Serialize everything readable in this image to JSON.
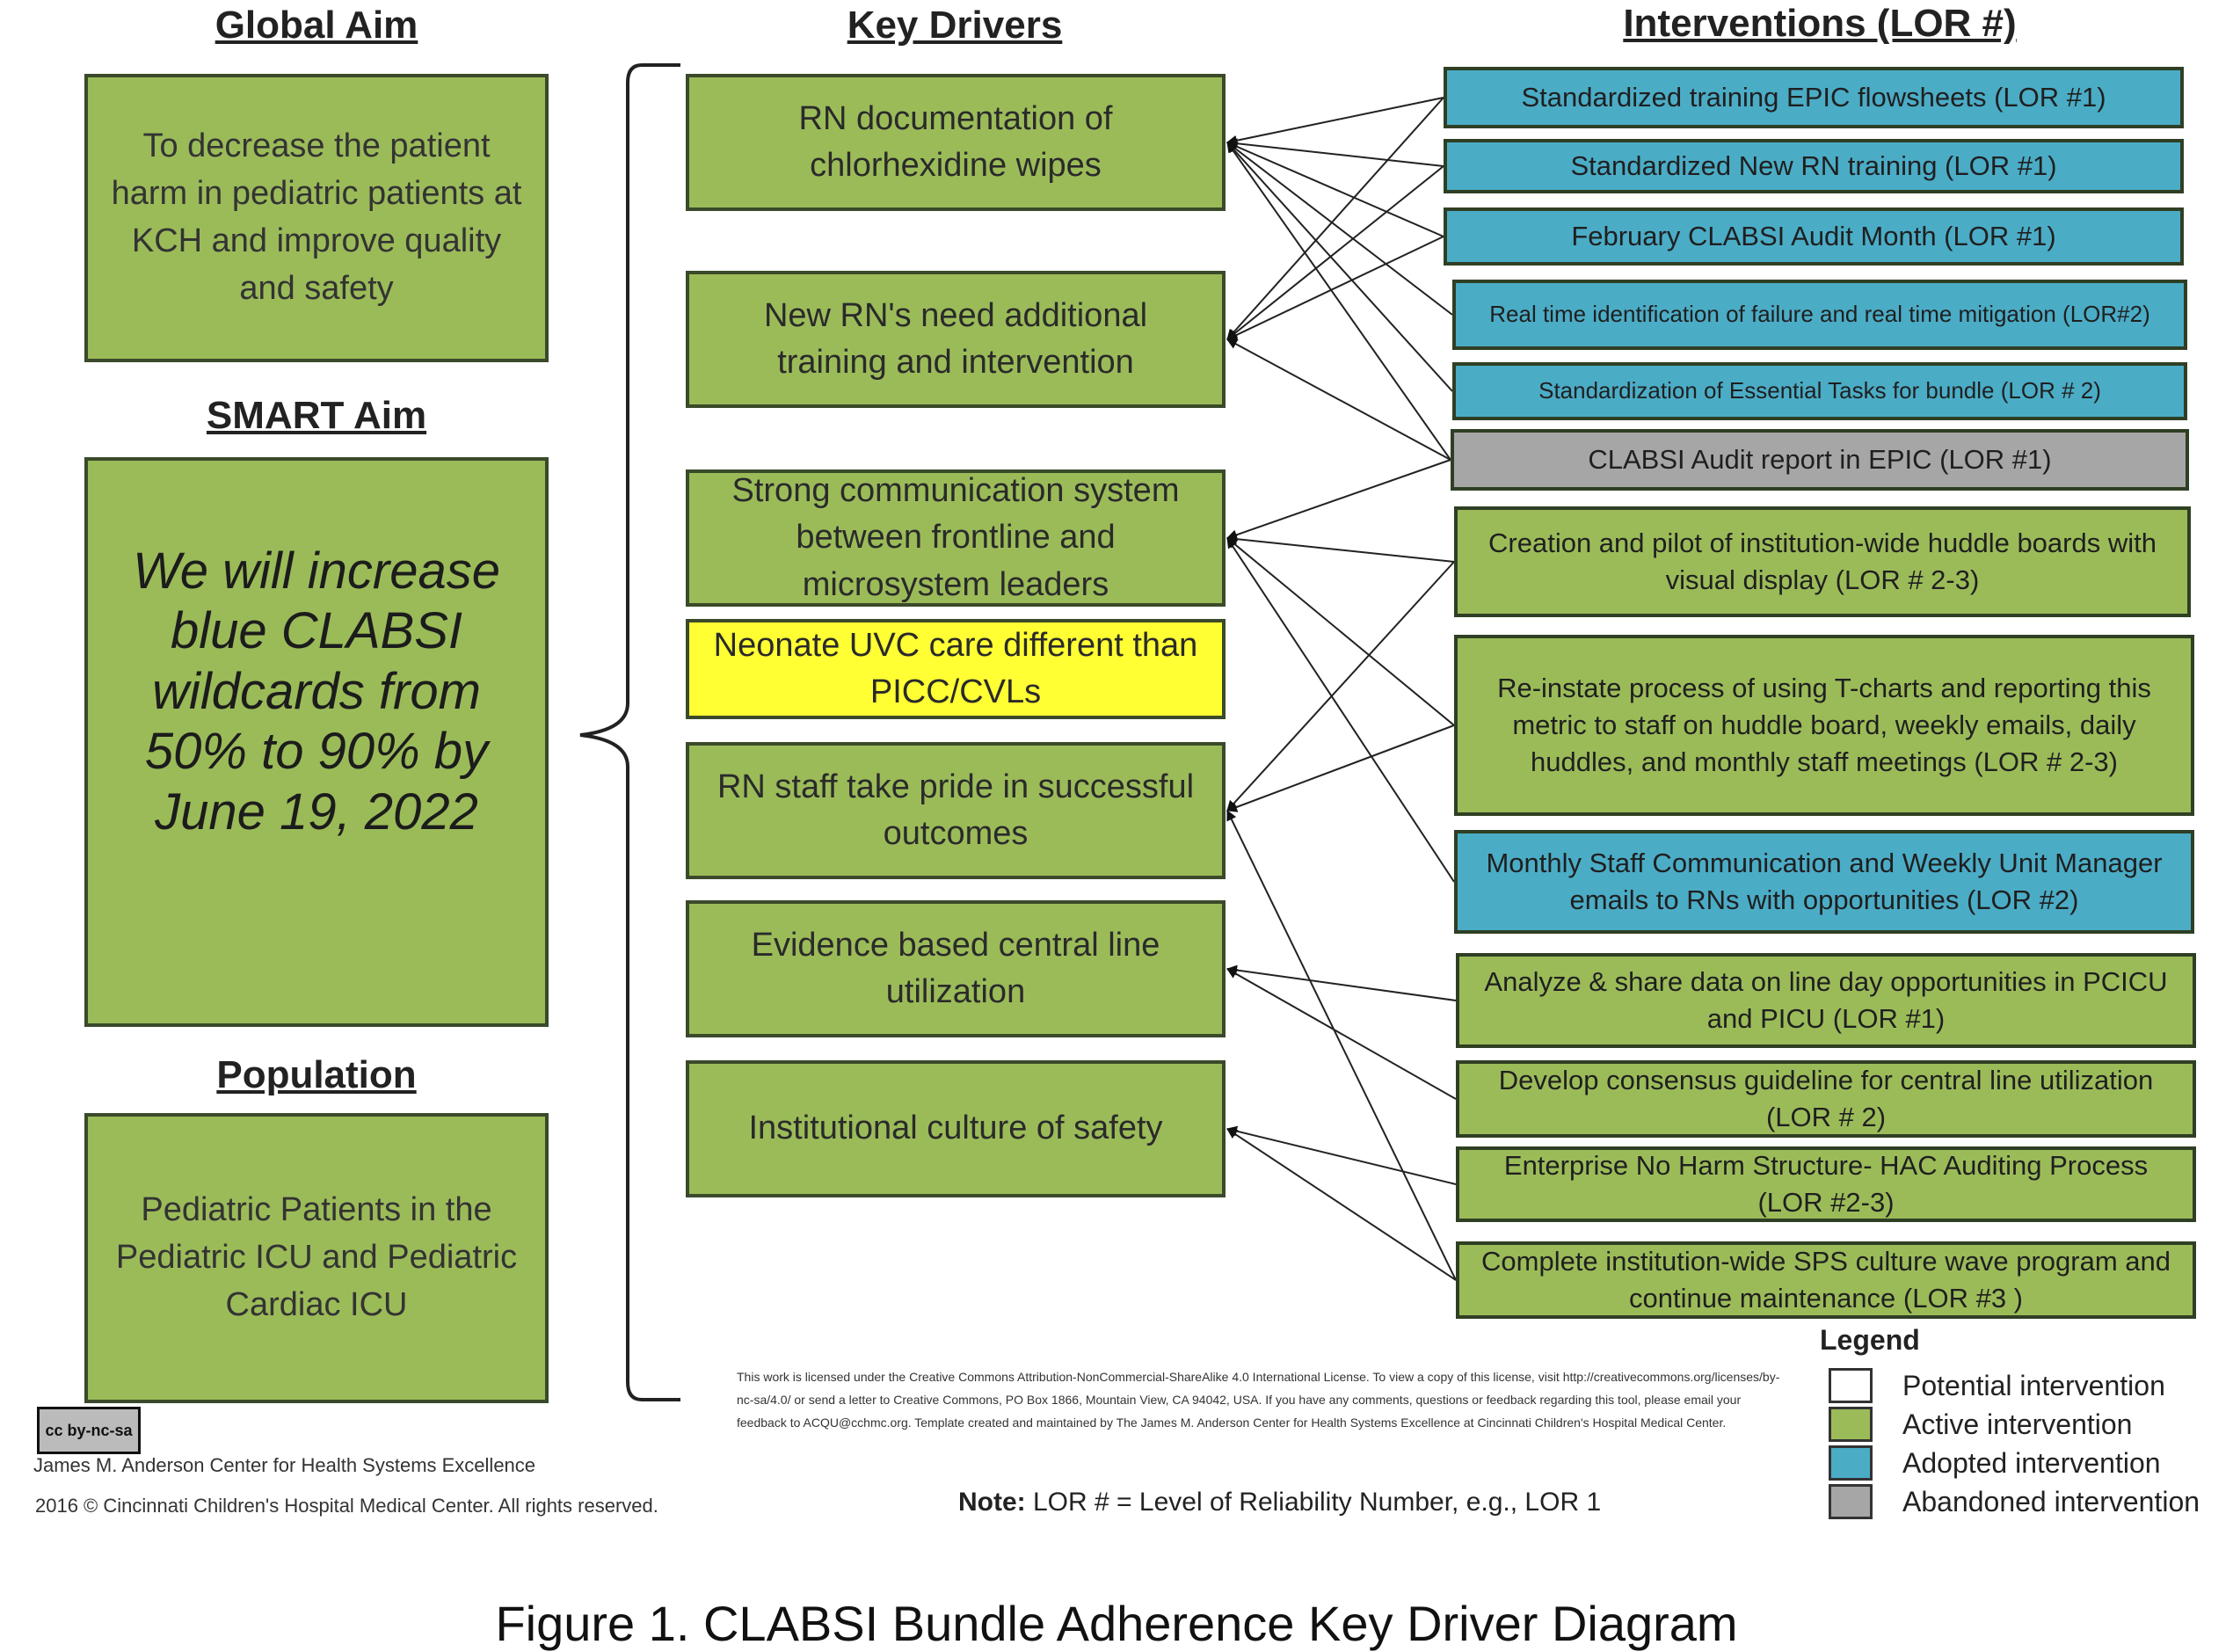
{
  "headers": {
    "global_aim": "Global Aim",
    "key_drivers": "Key Drivers",
    "interventions": "Interventions  (LOR #)",
    "smart_aim": "SMART Aim",
    "population": "Population"
  },
  "global_aim_text": "To decrease the patient harm in pediatric patients at KCH and improve quality and safety",
  "smart_aim_text": "We will increase blue CLABSI wildcards from 50% to 90% by June 19, 2022",
  "population_text": "Pediatric Patients in the Pediatric ICU and Pediatric Cardiac ICU",
  "drivers": [
    {
      "label": "RN documentation of chlorhexidine wipes",
      "color": "#9bbb59"
    },
    {
      "label": "New RN's need additional training and intervention",
      "color": "#9bbb59"
    },
    {
      "label": "Strong communication system between frontline and microsystem leaders",
      "color": "#9bbb59"
    },
    {
      "label": "Neonate UVC care different than PICC/CVLs",
      "color": "#ffff33"
    },
    {
      "label": "RN staff take pride in successful outcomes",
      "color": "#9bbb59"
    },
    {
      "label": "Evidence based central line utilization",
      "color": "#9bbb59"
    },
    {
      "label": "Institutional culture of safety",
      "color": "#9bbb59"
    }
  ],
  "interventions": [
    {
      "label": "Standardized training EPIC flowsheets (LOR #1)",
      "status": "adopted"
    },
    {
      "label": "Standardized New RN training (LOR #1)",
      "status": "adopted"
    },
    {
      "label": "February CLABSI Audit Month (LOR #1)",
      "status": "adopted"
    },
    {
      "label": "Real time identification of failure and real time mitigation (LOR#2)",
      "status": "adopted"
    },
    {
      "label": "Standardization of Essential Tasks for bundle (LOR # 2)",
      "status": "adopted"
    },
    {
      "label": "CLABSI Audit report in EPIC (LOR #1)",
      "status": "abandoned"
    },
    {
      "label": "Creation and pilot of institution-wide huddle boards with visual display (LOR # 2-3)",
      "status": "active"
    },
    {
      "label": "Re-instate process of using T-charts and reporting this metric to staff on huddle board, weekly emails, daily huddles, and monthly staff meetings (LOR # 2-3)",
      "status": "active"
    },
    {
      "label": "Monthly Staff Communication and Weekly Unit Manager emails to RNs with opportunities      (LOR #2)",
      "status": "adopted"
    },
    {
      "label": "Analyze & share data on line day opportunities in PCICU and PICU (LOR #1)",
      "status": "active"
    },
    {
      "label": "Develop consensus guideline for central line utilization (LOR # 2)",
      "status": "active"
    },
    {
      "label": "Enterprise No Harm Structure- HAC Auditing Process (LOR #2-3)",
      "status": "active"
    },
    {
      "label": "Complete institution-wide SPS culture wave program and continue maintenance (LOR #3 )",
      "status": "active"
    }
  ],
  "legend": {
    "title": "Legend",
    "items": [
      {
        "label": "Potential intervention",
        "color": "#ffffff"
      },
      {
        "label": "Active intervention",
        "color": "#9bbb59"
      },
      {
        "label": "Adopted intervention",
        "color": "#4bacc6"
      },
      {
        "label": "Abandoned intervention",
        "color": "#a6a6a6"
      }
    ]
  },
  "note": {
    "bold": "Note:",
    "text": " LOR # = Level of Reliability Number, e.g., LOR 1"
  },
  "license_logo": "cc by-nc-sa",
  "license_text": "This work is licensed under the Creative Commons Attribution-NonCommercial-ShareAlike 4.0 International License. To view a copy of this license, visit http://creativecommons.org/licenses/by-nc-sa/4.0/ or send a letter to Creative Commons, PO Box 1866, Mountain View, CA 94042, USA. If you have any comments, questions or feedback regarding this tool, please email your feedback to ACQU@cchmc.org. Template created and maintained by The James M. Anderson Center for Health Systems Excellence at Cincinnati Children's Hospital Medical Center.",
  "credit_line1": "James  M.  Anderson  Center  for  Health  Systems  Excellence",
  "credit_line2": "2016 © Cincinnati  Children's  Hospital  Medical  Center.  All  rights  reserved.",
  "caption": "Figure 1. CLABSI Bundle Adherence Key Driver Diagram",
  "connections": [
    [
      0,
      0
    ],
    [
      0,
      1
    ],
    [
      0,
      2
    ],
    [
      0,
      3
    ],
    [
      0,
      4
    ],
    [
      0,
      5
    ],
    [
      1,
      0
    ],
    [
      1,
      1
    ],
    [
      1,
      2
    ],
    [
      1,
      5
    ],
    [
      2,
      5
    ],
    [
      2,
      6
    ],
    [
      2,
      7
    ],
    [
      2,
      8
    ],
    [
      4,
      6
    ],
    [
      4,
      7
    ],
    [
      4,
      12
    ],
    [
      5,
      9
    ],
    [
      5,
      10
    ],
    [
      6,
      11
    ],
    [
      6,
      12
    ]
  ]
}
